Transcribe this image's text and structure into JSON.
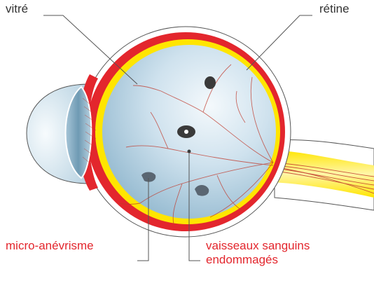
{
  "labels": {
    "vitreous": "vitré",
    "retina": "rétine",
    "microaneurysm": "micro-anévrisme",
    "damaged_vessels_line1": "vaisseaux sanguins",
    "damaged_vessels_line2": "endommagés"
  },
  "colors": {
    "label_default": "#333333",
    "label_highlight": "#e3262d",
    "sclera": "#e3262d",
    "retina": "#ffe500",
    "vitreous": "#b6d3e4",
    "lesion": "#4a4a4a"
  }
}
